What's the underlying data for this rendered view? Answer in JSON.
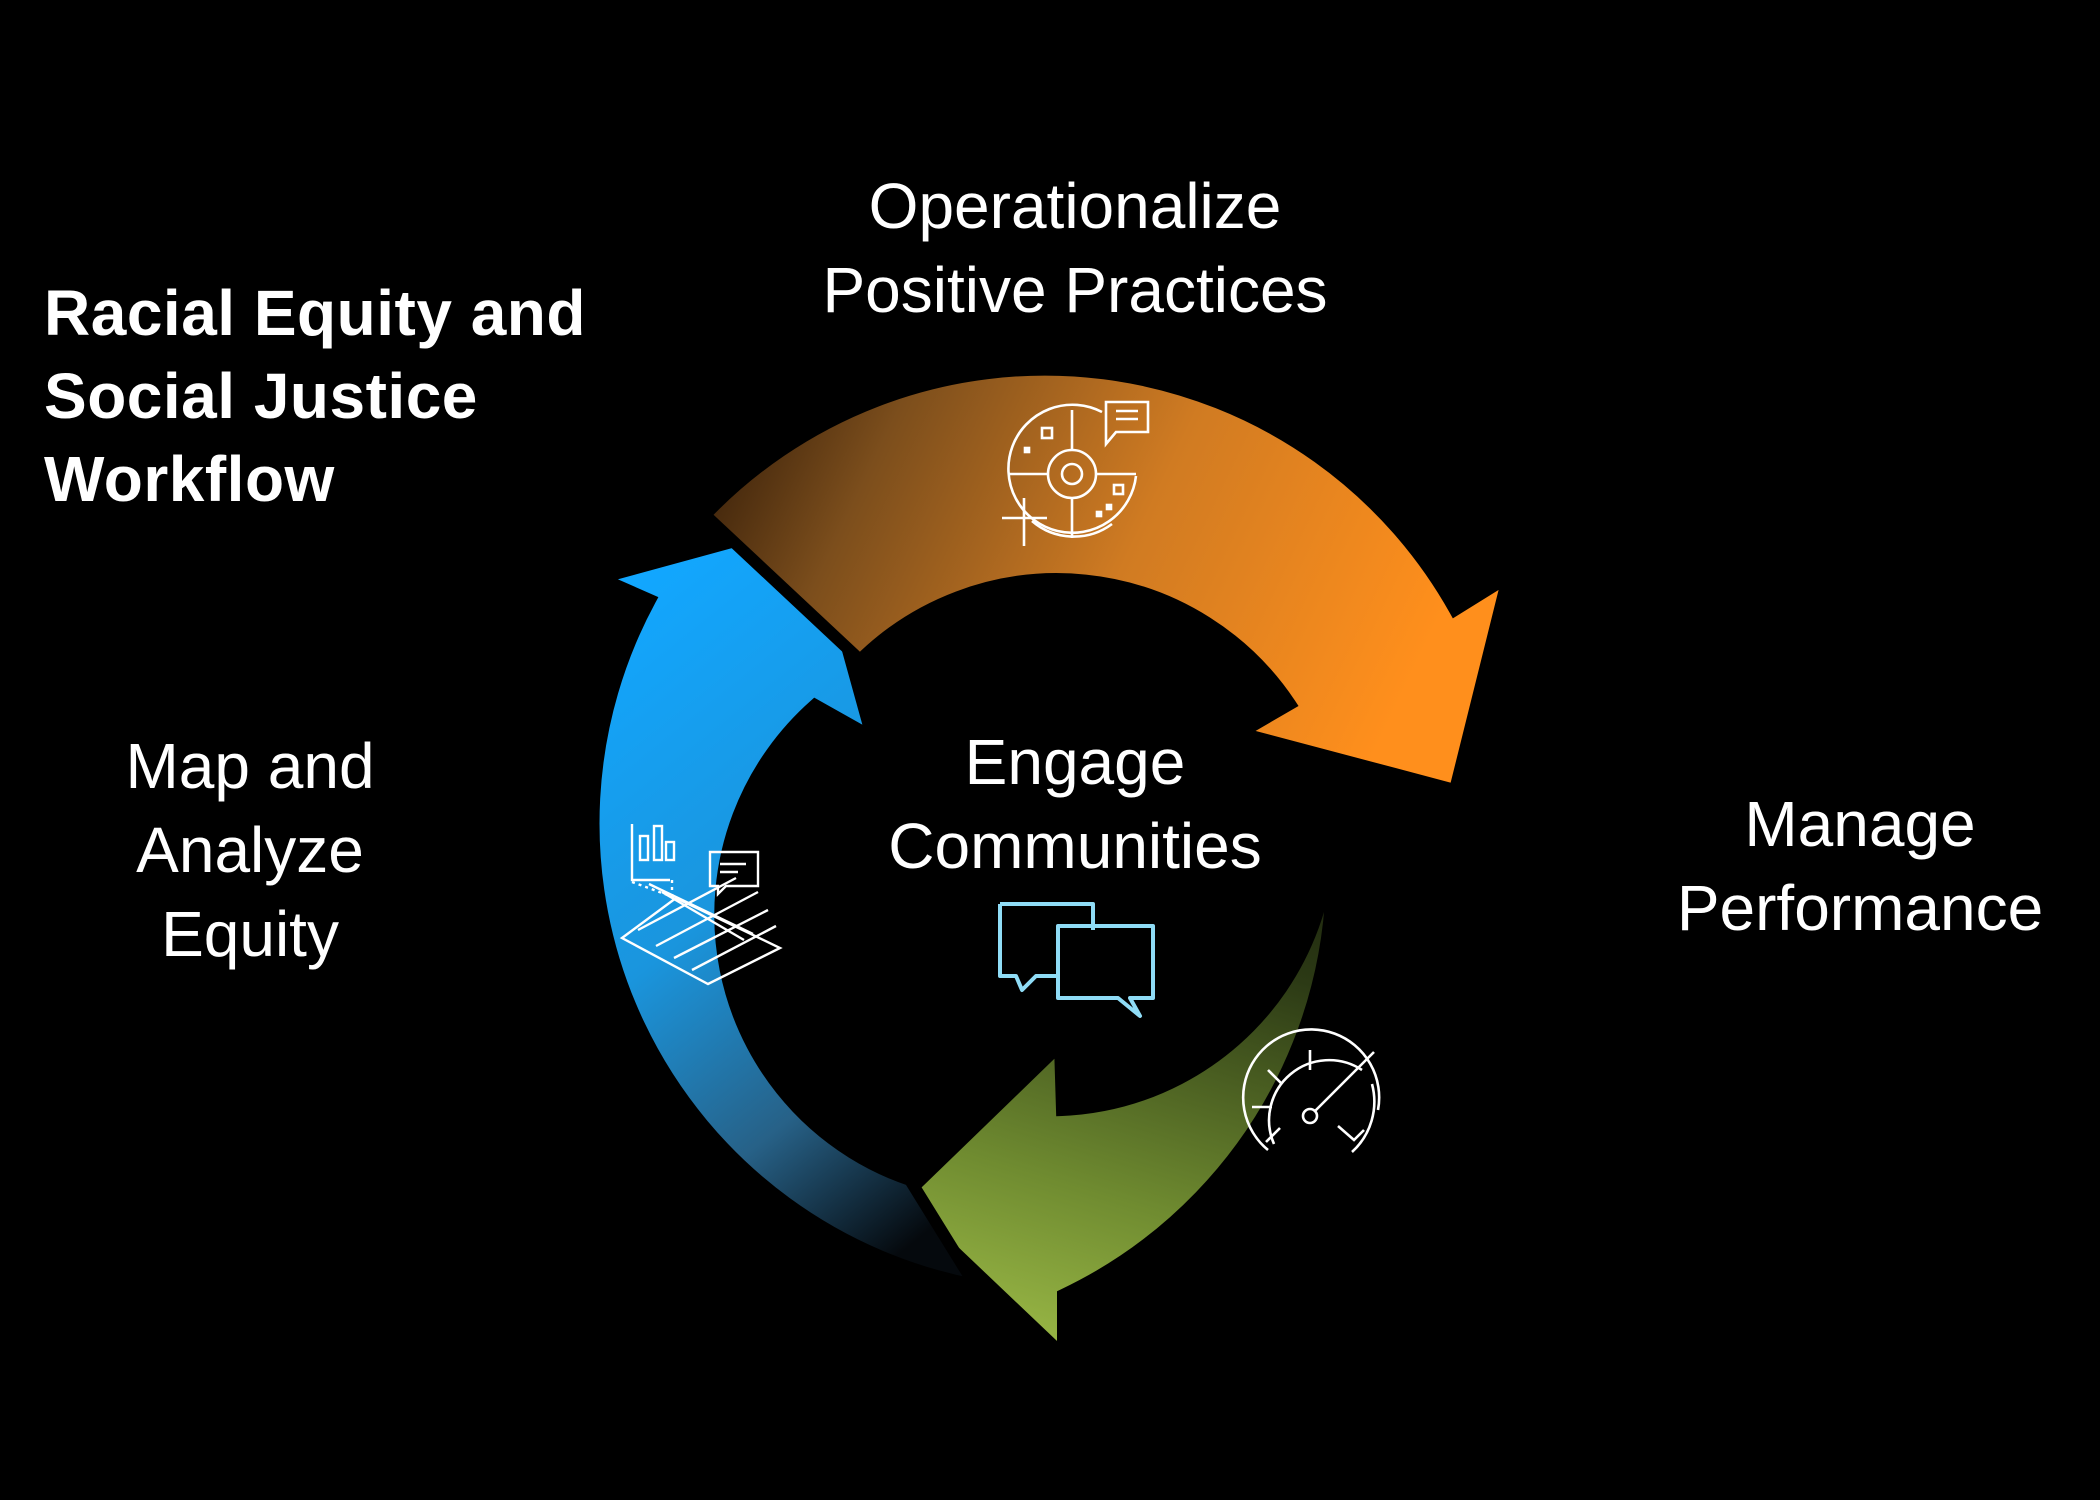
{
  "title": "Racial Equity and\nSocial Justice\nWorkflow",
  "center": {
    "label": "Engage\nCommunities",
    "icon": "chat-bubbles-icon"
  },
  "steps": [
    {
      "label": "Operationalize\nPositive Practices",
      "icon": "target-dashboard-icon",
      "color": "#ff8f1c"
    },
    {
      "label": "Manage\nPerformance",
      "icon": "speedometer-icon",
      "color": "#95b443"
    },
    {
      "label": "Map and\nAnalyze\nEquity",
      "icon": "map-chart-icon",
      "color": "#12a7ff"
    }
  ],
  "colors": {
    "background": "#000000",
    "text": "#ffffff",
    "center_icon": "#8fdcf6"
  }
}
